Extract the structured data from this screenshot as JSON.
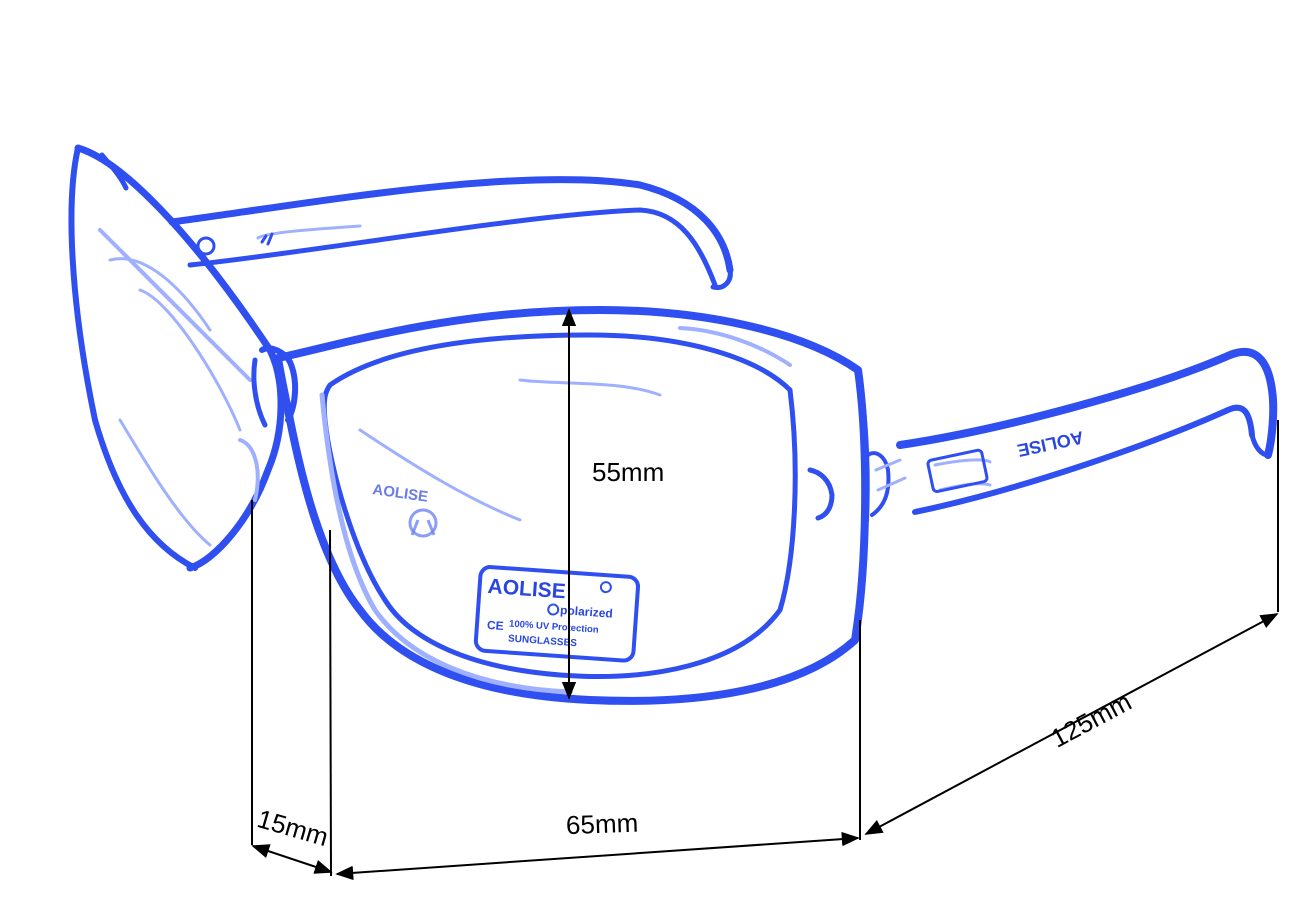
{
  "dimensions": {
    "lens_height": "55mm",
    "lens_width": "65mm",
    "bridge": "15mm",
    "temple_length": "125mm"
  },
  "label": {
    "brand": "AOLISE",
    "tagline": "polarized",
    "protection": "100% UV Protection",
    "product": "SUNGLASSES",
    "ce_mark": "CE"
  },
  "temple_engraving": "AOLISE",
  "colors": {
    "frame": "#2f4ff0",
    "frame_light": "#9fb0ff",
    "dimension_lines": "#000000",
    "background": "#ffffff"
  }
}
